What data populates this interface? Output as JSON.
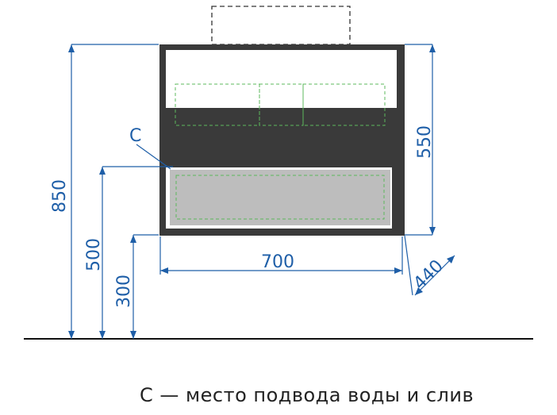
{
  "dimensions": {
    "total_height": "850",
    "mount_height": "500",
    "bottom_height": "300",
    "cabinet_height": "550",
    "width": "700",
    "depth": "440"
  },
  "marker": "C",
  "caption": "C — место подвода воды и слив",
  "colors": {
    "cabinet": "#3a3a3a",
    "dimension": "#1f5fa8",
    "drawer": "#bdbdbd",
    "dashed_outline": "#5cb85c"
  }
}
